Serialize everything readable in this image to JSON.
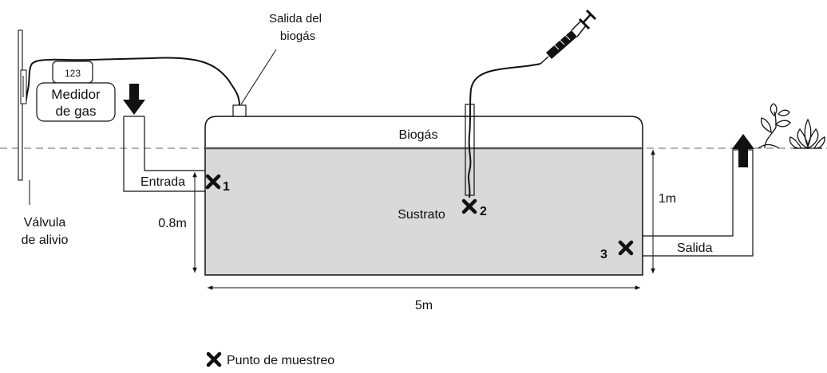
{
  "labels": {
    "gas_outlet_line1": "Salida del",
    "gas_outlet_line2": "biogás",
    "meter_display": "123",
    "meter_line1": "Medidor",
    "meter_line2": "de gas",
    "valve_line1": "Válvula",
    "valve_line2": "de alivio",
    "inlet": "Entrada",
    "biogas": "Biogás",
    "substrate": "Sustrato",
    "outlet": "Salida",
    "depth_inlet": "0.8m",
    "depth_tank": "1m",
    "length_tank": "5m"
  },
  "sampling_points": [
    "1",
    "2",
    "3"
  ],
  "legend": {
    "text": "Punto de muestreo"
  },
  "icons": [
    "syringe-icon",
    "plant-icon",
    "lotus-icon",
    "sampling-point-icon",
    "down-arrow-icon",
    "up-arrow-icon"
  ],
  "colors": {
    "substrate_fill": "#d9d9d9",
    "ground_line": "#999999",
    "stroke": "#111111"
  }
}
